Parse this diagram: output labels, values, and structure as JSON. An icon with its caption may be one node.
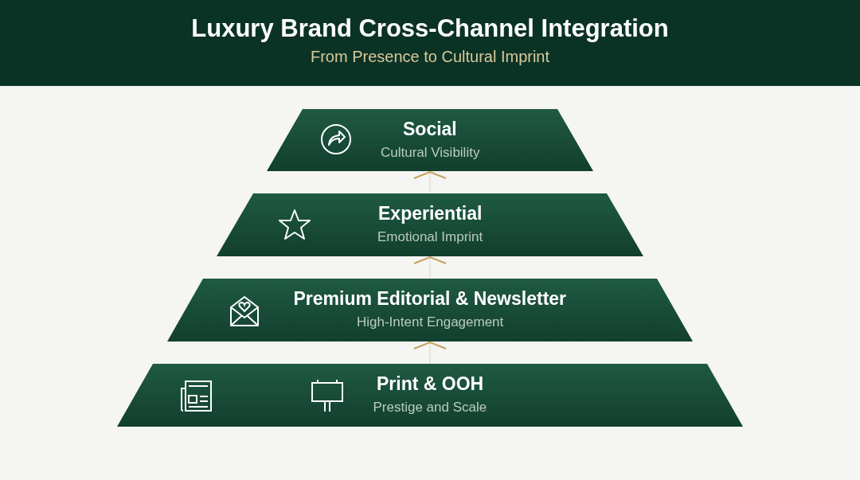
{
  "diagram": {
    "title": "Luxury Brand Cross-Channel Integration",
    "labels": [
      "From Presence to Cultural Imprint"
    ],
    "nodes": [
      {
        "text": [
          "Social",
          "Cultural Visibility"
        ]
      },
      {
        "text": [
          "Experiential",
          "Emotional Imprint"
        ]
      },
      {
        "text": [
          "Premium Editorial & Newsletter",
          "High-Intent Engagement"
        ]
      },
      {
        "text": [
          "Print & OOH",
          "Prestige and Scale"
        ]
      }
    ],
    "edges": [
      {
        "from": 3,
        "to": 2,
        "arrow": "to"
      },
      {
        "from": 2,
        "to": 1,
        "arrow": "to"
      },
      {
        "from": 1,
        "to": 0,
        "arrow": "to"
      }
    ]
  }
}
